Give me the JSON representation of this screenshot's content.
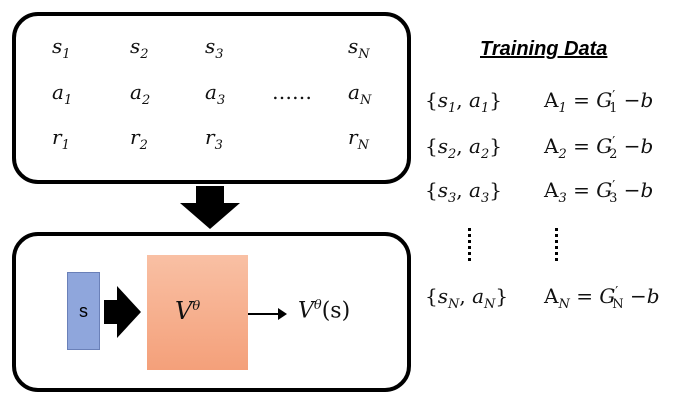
{
  "sequence": {
    "states": [
      "s",
      "s",
      "s",
      "s"
    ],
    "state_subs": [
      "1",
      "2",
      "3",
      "N"
    ],
    "actions": [
      "a",
      "a",
      "a",
      "a"
    ],
    "action_subs": [
      "1",
      "2",
      "3",
      "N"
    ],
    "rewards": [
      "r",
      "r",
      "r",
      "r"
    ],
    "reward_subs": [
      "1",
      "2",
      "3",
      "N"
    ],
    "ellipsis": "……"
  },
  "network": {
    "input_label": "s",
    "model_base": "V",
    "model_sup": "θ",
    "output_base": "V",
    "output_sup": "θ",
    "output_arg": "(s)"
  },
  "training": {
    "title": "Training Data",
    "rows": [
      {
        "pair_s": "s",
        "pair_a": "a",
        "sub": "1"
      },
      {
        "pair_s": "s",
        "pair_a": "a",
        "sub": "2"
      },
      {
        "pair_s": "s",
        "pair_a": "a",
        "sub": "3"
      },
      {
        "pair_s": "s",
        "pair_a": "a",
        "sub": "N"
      }
    ],
    "adv": "A",
    "eq": "=",
    "G": "G",
    "prime": "′",
    "minus_b": "−b"
  },
  "colors": {
    "input": "#8fa6dc",
    "model_top": "#f9c0a4",
    "model_bottom": "#f4a07a"
  }
}
